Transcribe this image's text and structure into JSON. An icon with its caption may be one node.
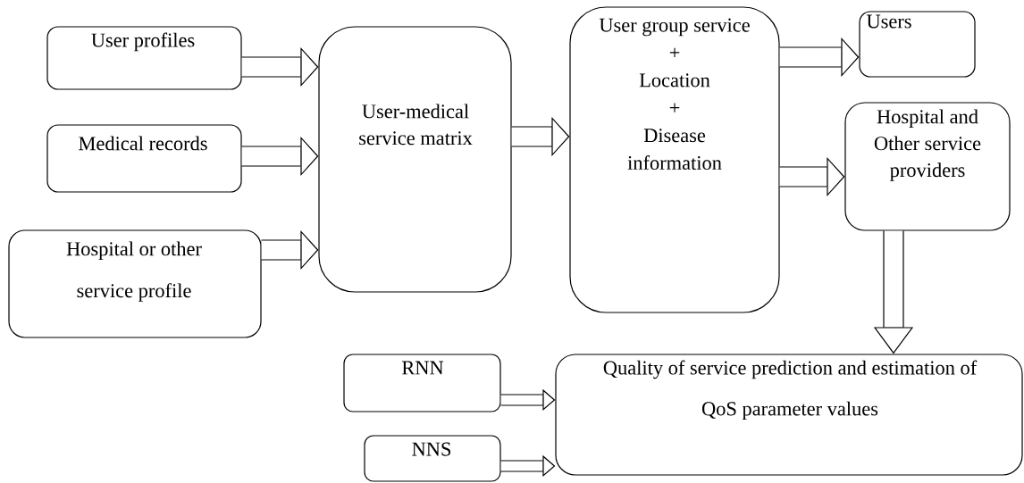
{
  "diagram": {
    "nodes": [
      {
        "text": [
          "User profiles"
        ]
      },
      {
        "text": [
          "Medical records"
        ]
      },
      {
        "text": [
          "Hospital or other service profile"
        ]
      },
      {
        "text": [
          "User-medical service matrix"
        ]
      },
      {
        "text": [
          "User group service",
          "+",
          "Location",
          "+",
          "Disease information"
        ]
      },
      {
        "text": [
          "Users"
        ]
      },
      {
        "text": [
          "Hospital and Other service providers"
        ]
      },
      {
        "text": [
          "Quality of service prediction and estimation of QoS parameter values"
        ]
      },
      {
        "text": [
          "RNN"
        ]
      },
      {
        "text": [
          "NNS"
        ]
      }
    ],
    "edges": [
      {
        "from": 0,
        "to": 3,
        "arrow": "to"
      },
      {
        "from": 1,
        "to": 3,
        "arrow": "to"
      },
      {
        "from": 2,
        "to": 3,
        "arrow": "to"
      },
      {
        "from": 3,
        "to": 4,
        "arrow": "to"
      },
      {
        "from": 4,
        "to": 5,
        "arrow": "to"
      },
      {
        "from": 4,
        "to": 6,
        "arrow": "to"
      },
      {
        "from": 6,
        "to": 7,
        "arrow": "to"
      },
      {
        "from": 8,
        "to": 7,
        "arrow": "to"
      },
      {
        "from": 9,
        "to": 7,
        "arrow": "to"
      }
    ]
  }
}
